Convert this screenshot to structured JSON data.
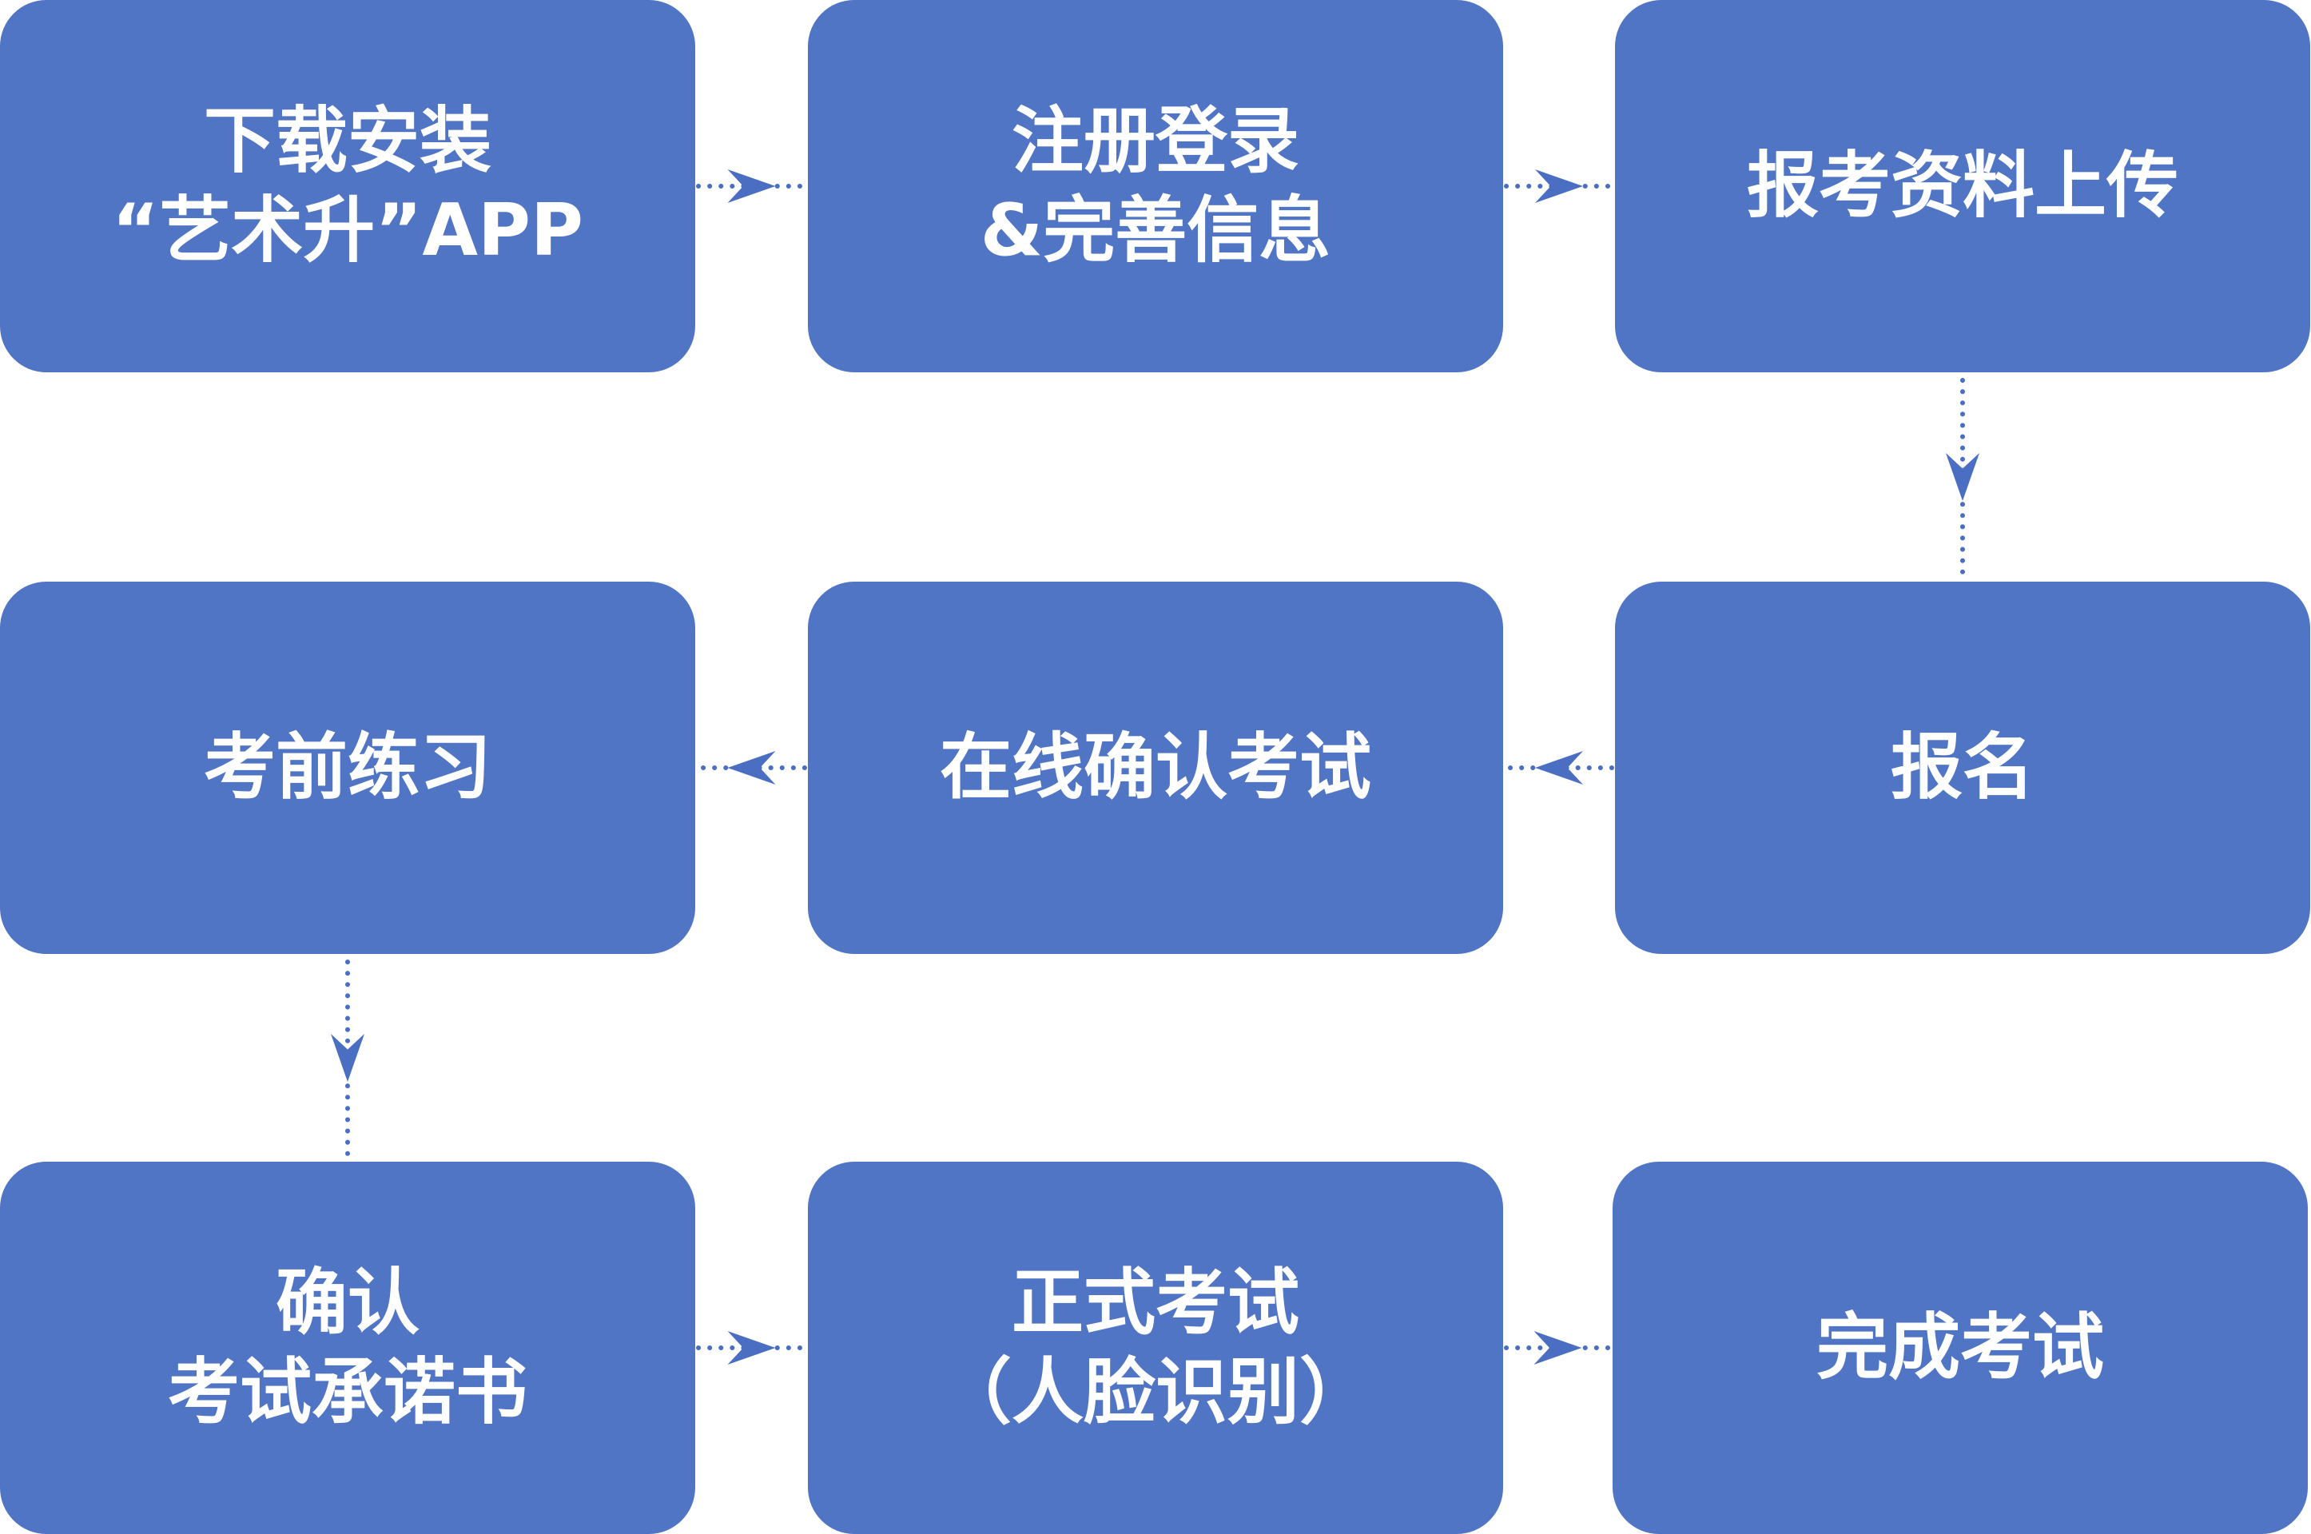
{
  "colors": {
    "box_fill": "#5175c5",
    "box_text": "#ffffff",
    "connector": "#4a6fc2",
    "background": "#ffffff"
  },
  "steps": [
    {
      "lines": [
        "下载安装",
        "“艺术升”APP"
      ]
    },
    {
      "lines": [
        "注册登录",
        "&完善信息"
      ]
    },
    {
      "lines": [
        "报考资料上传"
      ]
    },
    {
      "lines": [
        "报名"
      ]
    },
    {
      "lines": [
        "在线确认考试"
      ]
    },
    {
      "lines": [
        "考前练习"
      ]
    },
    {
      "lines": [
        "确认",
        "考试承诺书"
      ]
    },
    {
      "lines": [
        "正式考试",
        "（人脸识别）"
      ]
    },
    {
      "lines": [
        "完成考试"
      ]
    }
  ],
  "connectors": [
    {
      "from": 0,
      "to": 1,
      "direction": "right"
    },
    {
      "from": 1,
      "to": 2,
      "direction": "right"
    },
    {
      "from": 2,
      "to": 3,
      "direction": "down"
    },
    {
      "from": 3,
      "to": 4,
      "direction": "left"
    },
    {
      "from": 4,
      "to": 5,
      "direction": "left"
    },
    {
      "from": 5,
      "to": 6,
      "direction": "down"
    },
    {
      "from": 6,
      "to": 7,
      "direction": "right"
    },
    {
      "from": 7,
      "to": 8,
      "direction": "right"
    }
  ]
}
